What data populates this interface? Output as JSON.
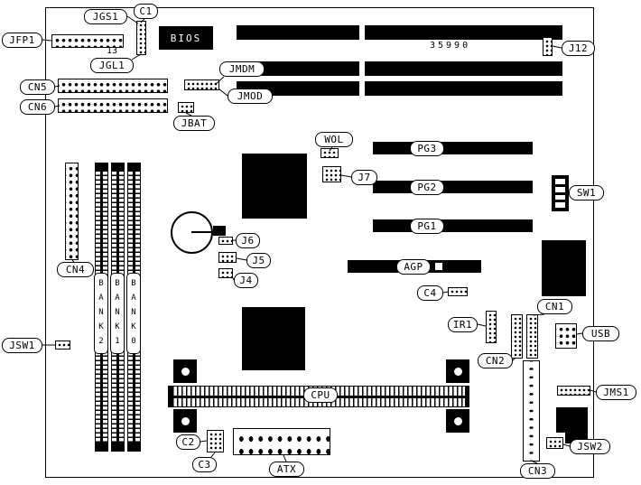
{
  "board": {
    "number": "35990",
    "pin_marker": "13"
  },
  "chips": {
    "bios": "BIOS",
    "cpu": "CPU"
  },
  "slots": {
    "agp": "AGP",
    "pg1": "PG1",
    "pg2": "PG2",
    "pg3": "PG3"
  },
  "banks": {
    "bank2": "BANK2",
    "bank1": "BANK1",
    "bank0": "BANK0"
  },
  "callouts": {
    "jgs1": "JGS1",
    "c1": "C1",
    "jfp1": "JFP1",
    "jgl1": "JGL1",
    "cn5": "CN5",
    "cn6": "CN6",
    "jmdm": "JMDM",
    "jmod": "JMOD",
    "jbat": "JBAT",
    "j12": "J12",
    "wol": "WOL",
    "j7": "J7",
    "sw1": "SW1",
    "cn4": "CN4",
    "j6": "J6",
    "j5": "J5",
    "j4": "J4",
    "c4": "C4",
    "ir1": "IR1",
    "usb": "USB",
    "cn1": "CN1",
    "cn2": "CN2",
    "jsw1": "JSW1",
    "jms1": "JMS1",
    "jsw2": "JSW2",
    "c2": "C2",
    "c3": "C3",
    "atx": "ATX",
    "cn3": "CN3"
  },
  "colors": {
    "component": "#000000",
    "board": "#ffffff"
  }
}
